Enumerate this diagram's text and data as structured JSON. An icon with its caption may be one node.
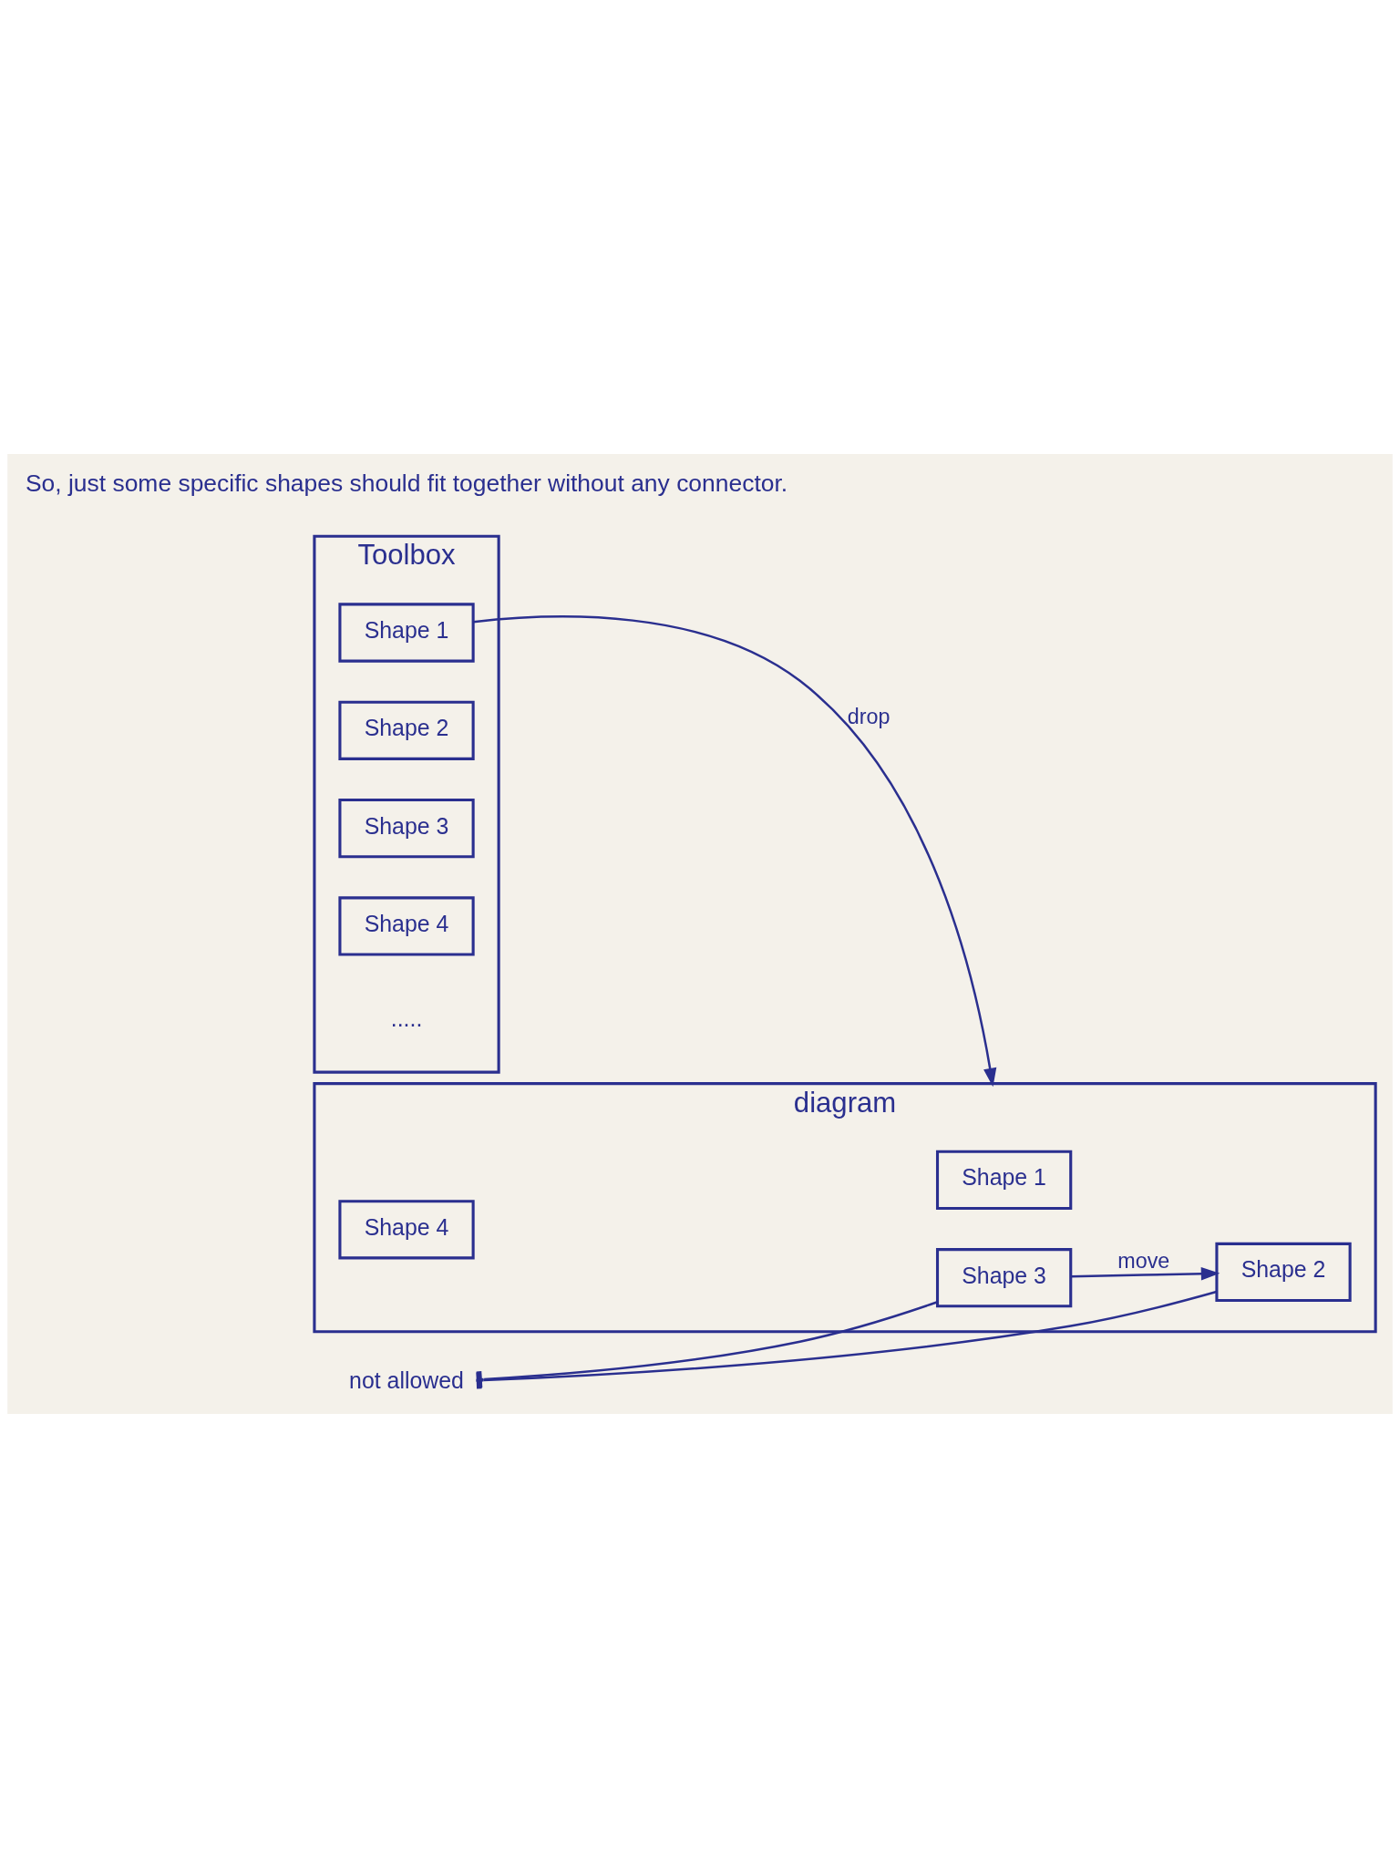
{
  "diagram": {
    "nodes": [
      {
        "text": [
          "Toolbox"
        ]
      },
      {
        "text": [
          "Shape 1"
        ],
        "in": 0
      },
      {
        "text": [
          "Shape 2"
        ],
        "in": 0
      },
      {
        "text": [
          "Shape 3"
        ],
        "in": 0
      },
      {
        "text": [
          "Shape 4"
        ],
        "in": 0
      },
      {
        "text": [
          "diagram"
        ]
      },
      {
        "text": [
          "Shape 1"
        ],
        "in": 5
      },
      {
        "text": [
          "Shape 2"
        ],
        "in": 5
      },
      {
        "text": [
          "Shape 3"
        ],
        "in": 5
      },
      {
        "text": [
          "Shape 4"
        ],
        "in": 5
      },
      {
        "text": [
          "not allowed"
        ]
      }
    ],
    "edges": [
      {
        "from": 1,
        "to": 5,
        "label": "drop",
        "arrow": "to"
      },
      {
        "from": 8,
        "to": 7,
        "label": "move",
        "arrow": "to"
      },
      {
        "from": 10,
        "to": 7,
        "arrow": "other"
      },
      {
        "from": 10,
        "to": 8,
        "arrow": "other"
      }
    ],
    "labels": [
      ".....",
      "So, just some specific shapes should fit together without any connector."
    ]
  }
}
